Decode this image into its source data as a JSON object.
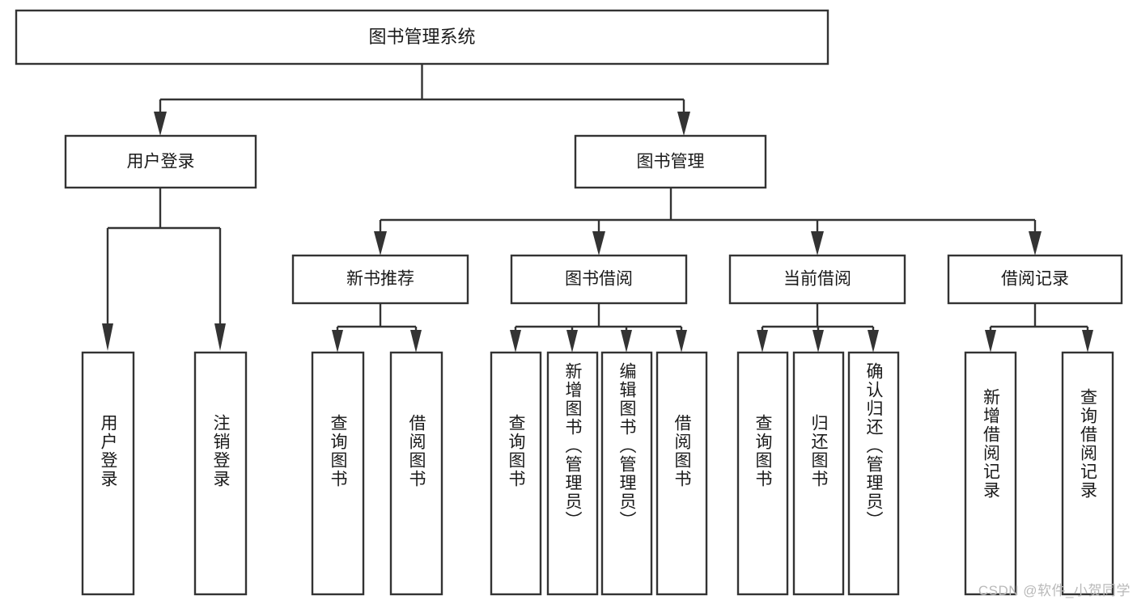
{
  "diagram": {
    "type": "tree-hierarchy",
    "orientation": "top-down",
    "root": {
      "label": "图书管理系统",
      "level": 0
    },
    "level2": [
      {
        "label": "用户登录"
      },
      {
        "label": "图书管理"
      }
    ],
    "level3": [
      {
        "label": "新书推荐",
        "parent": "图书管理"
      },
      {
        "label": "图书借阅",
        "parent": "图书管理"
      },
      {
        "label": "当前借阅",
        "parent": "图书管理"
      },
      {
        "label": "借阅记录",
        "parent": "图书管理"
      }
    ],
    "leaves": {
      "user_login": [
        {
          "label": "用户登录"
        },
        {
          "label": "注销登录"
        }
      ],
      "new_book_recommend": [
        {
          "label": "查询图书"
        },
        {
          "label": "借阅图书"
        }
      ],
      "book_borrow": [
        {
          "label": "查询图书"
        },
        {
          "label": "新增图书（管理员）"
        },
        {
          "label": "编辑图书（管理员）"
        },
        {
          "label": "借阅图书"
        }
      ],
      "current_borrow": [
        {
          "label": "查询图书"
        },
        {
          "label": "归还图书"
        },
        {
          "label": "确认归还（管理员）"
        }
      ],
      "borrow_record": [
        {
          "label": "新增借阅记录"
        },
        {
          "label": "查询借阅记录"
        }
      ]
    }
  },
  "watermark": {
    "text": "CSDN @软件_小贺同学"
  },
  "colors": {
    "box_stroke": "#333333",
    "box_fill": "#ffffff",
    "text": "#1a1a1a",
    "watermark": "#b9b9b9",
    "background": "#ffffff"
  }
}
